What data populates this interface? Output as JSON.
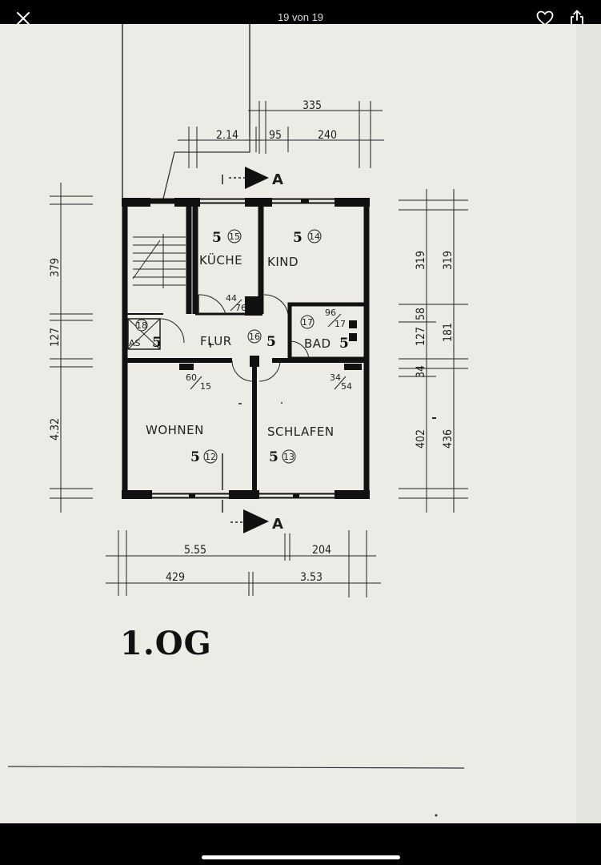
{
  "viewer": {
    "counter": "19 von 19",
    "close_icon": "close-icon",
    "favorite_icon": "heart-icon",
    "share_icon": "share-icon"
  },
  "plan": {
    "floor_label": "1.OG",
    "section_marker": "A",
    "rooms": {
      "kueche": {
        "name": "KÜCHE",
        "number": "15",
        "count": "5"
      },
      "kind": {
        "name": "KIND",
        "number": "14",
        "count": "5"
      },
      "flur": {
        "name": "FLUR",
        "number": "16",
        "count": "5"
      },
      "bad": {
        "name": "BAD",
        "number": "17",
        "count": "5"
      },
      "as": {
        "name": "AS",
        "number": "18",
        "count": "5"
      },
      "wohnen": {
        "name": "WOHNEN",
        "number": "12",
        "count": "5"
      },
      "schlafen": {
        "name": "SCHLAFEN",
        "number": "13",
        "count": "5"
      }
    },
    "openings": {
      "kueche_door": {
        "top": "44",
        "bottom": "76"
      },
      "bad_door": {
        "top": "96",
        "bottom": "17"
      },
      "wohnen_door": {
        "top": "60",
        "bottom": "15"
      },
      "schlafen_door": {
        "top": "34",
        "bottom": "54"
      }
    },
    "dimensions": {
      "top_total": "335",
      "top_left": "2.14",
      "top_mid": "95",
      "top_right": "240",
      "left_1": "379",
      "left_2": "127",
      "left_3": "4.32",
      "right_inner_1": "319",
      "right_inner_2": "58",
      "right_inner_3": "127",
      "right_inner_4": "34",
      "right_inner_5": "402",
      "right_outer_1": "319",
      "right_outer_2": "181",
      "right_outer_3": "436",
      "bottom_1_left": "5.55",
      "bottom_1_right": "204",
      "bottom_2_left": "429",
      "bottom_2_right": "3.53"
    }
  }
}
